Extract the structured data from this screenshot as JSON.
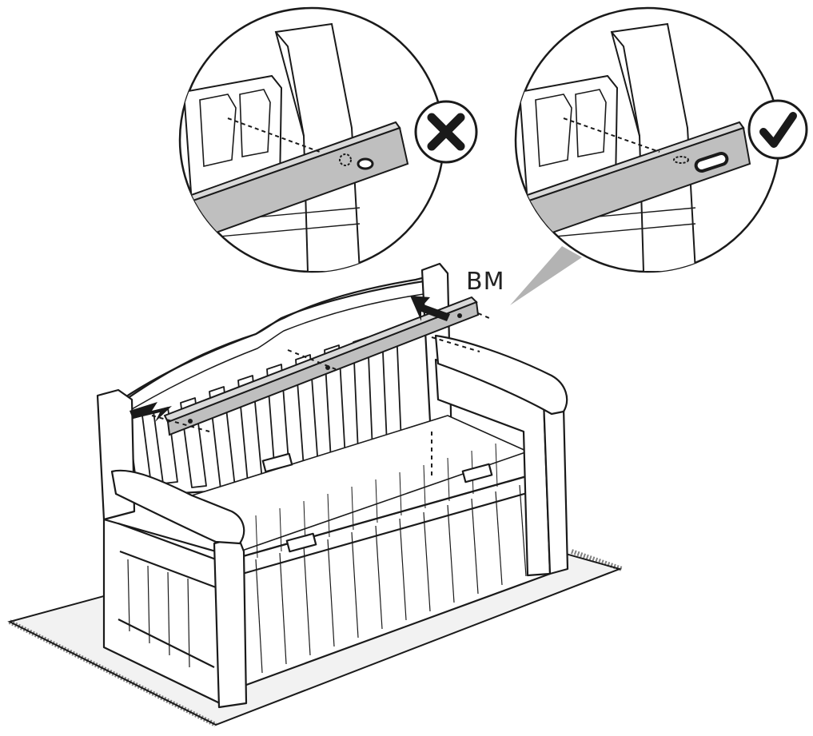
{
  "diagram": {
    "part_label": "BM",
    "colors": {
      "line": "#1a1a1a",
      "rail_fill": "#bfbfbf",
      "rail_top": "#d9d9d9",
      "rug": "#f2f2f2",
      "pointer": "#b3b3b3"
    },
    "icons": {
      "wrong": "cross-in-circle",
      "right": "check-in-circle"
    }
  }
}
